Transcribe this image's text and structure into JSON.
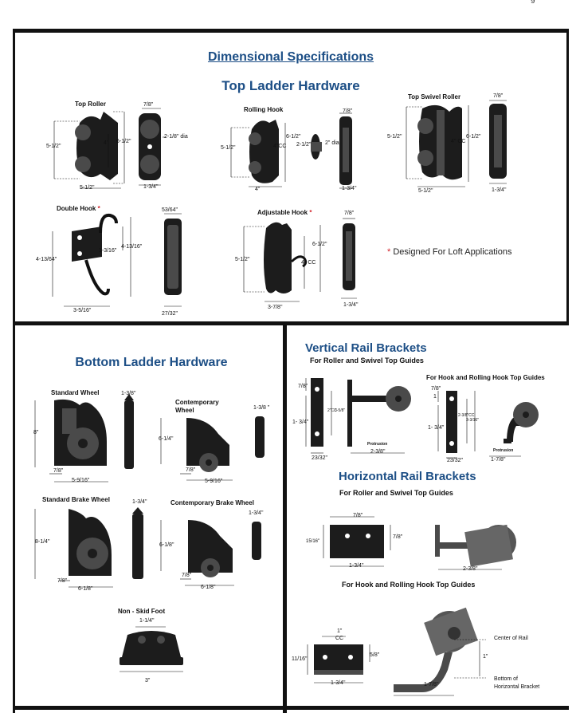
{
  "page_number": "9",
  "top": {
    "title": "Dimensional Specifications",
    "subtitle": "Top Ladder Hardware",
    "top_roller": {
      "label": "Top Roller",
      "d1": "7/8\"",
      "d2": "5-1/2\"",
      "d3": "4\"",
      "d4": "6-1/2\"",
      "d5": "2-1/8\" dia",
      "d6": "5-1/2\"",
      "d7": "1-3/4\""
    },
    "rolling_hook": {
      "label": "Rolling Hook",
      "d1": "7/8\"",
      "d2": "5-1/2\"",
      "d3": "4\"CC",
      "d4": "6-1/2\"",
      "d5": "2-1/2\"",
      "d6": "2\" dia",
      "d7": "4\"",
      "d8": "1-3/4\""
    },
    "top_swivel_roller": {
      "label": "Top Swivel Roller",
      "d1": "7/8\"",
      "d2": "5-1/2\"",
      "d3": "4\" CC",
      "d4": "6-1/2\"",
      "d5": "5-1/2\"",
      "d6": "1-3/4\""
    },
    "double_hook": {
      "label": "Double Hook",
      "star": "*",
      "d1": "53/64\"",
      "d2": "4-13/64\"",
      "d3": "1-3/16\"",
      "d4": "4-13/16\"",
      "d5": "3-5/16\"",
      "d6": "27/32\""
    },
    "adjustable_hook": {
      "label": "Adjustable Hook",
      "star": "*",
      "d1": "7/8\"",
      "d2": "5-1/2\"",
      "d3": "6-1/2\"",
      "d4": "4\" CC",
      "d5": "3-7/8\"",
      "d6": "1-3/4\""
    },
    "loft_note_star": "*",
    "loft_note": "Designed For Loft Applications"
  },
  "bottom": {
    "title": "Bottom Ladder Hardware",
    "standard_wheel": {
      "label": "Standard  Wheel",
      "d1": "1-3/8\"",
      "d2": "8\"",
      "d3": "7/8\"",
      "d4": "5-9/16\""
    },
    "contemporary_wheel": {
      "label": "Contemporary Wheel",
      "d1": "1-3/8 \"",
      "d2": "6-1/4\"",
      "d3": "7/8\"",
      "d4": "5-9/16\""
    },
    "standard_brake_wheel": {
      "label": "Standard Brake Wheel",
      "d1": "1-3/4\"",
      "d2": "8-1/4\"",
      "d3": "7/8\"",
      "d4": "6-1/8\""
    },
    "contemporary_brake_wheel": {
      "label": "Contemporary  Brake  Wheel",
      "d1": "1-3/4\"",
      "d2": "6-1/8\"",
      "d3": "7/8\"",
      "d4": "6-1/8\""
    },
    "non_skid_foot": {
      "label": "Non - Skid Foot",
      "d1": "1-1/4\"",
      "d2": "3\""
    }
  },
  "vertical": {
    "title": "Vertical Rail Brackets",
    "subtitle": "For Roller and Swivel Top Guides",
    "subtitle2": "For Hook and Rolling Hook Top Guides",
    "a": {
      "d1": "7/8\"",
      "d2": "1- 3/4\"",
      "d3": "2\"CC",
      "d4": "3-5/8\"",
      "d5": "23/32\"",
      "d6": "Protrusion",
      "d7": "2-3/8\""
    },
    "b": {
      "d1": "7/8\"",
      "d2": "1",
      "d3": "1- 3/4\"",
      "d4": "2-3/8\"CC",
      "d5": "3-3/16\"",
      "d6": "23/32\"",
      "d7": "Protrusion",
      "d8": "1-7/8\""
    }
  },
  "horizontal": {
    "title": "Horizontal Rail Brackets",
    "subtitle": "For Roller and Swivel Top Guides",
    "subtitle2": "For Hook and Rolling Hook Top Guides",
    "a": {
      "d1": "7/8\"",
      "d2": "15/16\"",
      "d3": "7/8\"",
      "d4": "1-3/4\"",
      "d5": "2-3/8\""
    },
    "b": {
      "d1": "1\"",
      "d2": "CC",
      "d3": "11/16\"",
      "d4": "5/8\"",
      "d5": "1-3/4\"",
      "d6": "1-7/8\"",
      "d7": "1\"",
      "d8": "Center of Rail",
      "d9": "Bottom of",
      "d10": "Horizontal Bracket"
    }
  }
}
